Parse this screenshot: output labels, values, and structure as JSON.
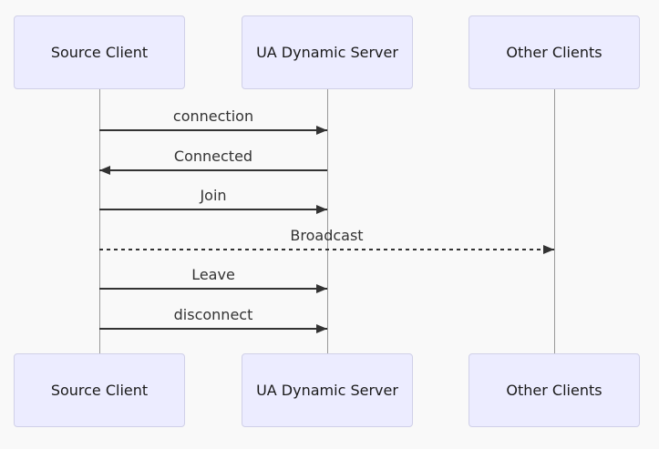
{
  "diagram": {
    "type": "sequence",
    "actors": [
      {
        "name": "Source Client"
      },
      {
        "name": "UA Dynamic Server"
      },
      {
        "name": "Other Clients"
      }
    ],
    "messages": [
      {
        "label": "connection",
        "from": "Source Client",
        "to": "UA Dynamic Server",
        "line": "solid",
        "direction": "right"
      },
      {
        "label": "Connected",
        "from": "UA Dynamic Server",
        "to": "Source Client",
        "line": "solid",
        "direction": "left"
      },
      {
        "label": "Join",
        "from": "Source Client",
        "to": "UA Dynamic Server",
        "line": "solid",
        "direction": "right"
      },
      {
        "label": "Broadcast",
        "from": "Source Client",
        "to": "Other Clients",
        "line": "dashed",
        "direction": "right"
      },
      {
        "label": "Leave",
        "from": "Source Client",
        "to": "UA Dynamic Server",
        "line": "solid",
        "direction": "right"
      },
      {
        "label": "disconnect",
        "from": "Source Client",
        "to": "UA Dynamic Server",
        "line": "solid",
        "direction": "right"
      }
    ],
    "colors": {
      "background": "#f9f9f9",
      "actor_fill": "#ECECFF",
      "actor_border": "#d0d0e8",
      "lifeline": "#999999",
      "arrow": "#333333",
      "message_text": "#333333",
      "actor_text": "#1a1a1a"
    }
  }
}
